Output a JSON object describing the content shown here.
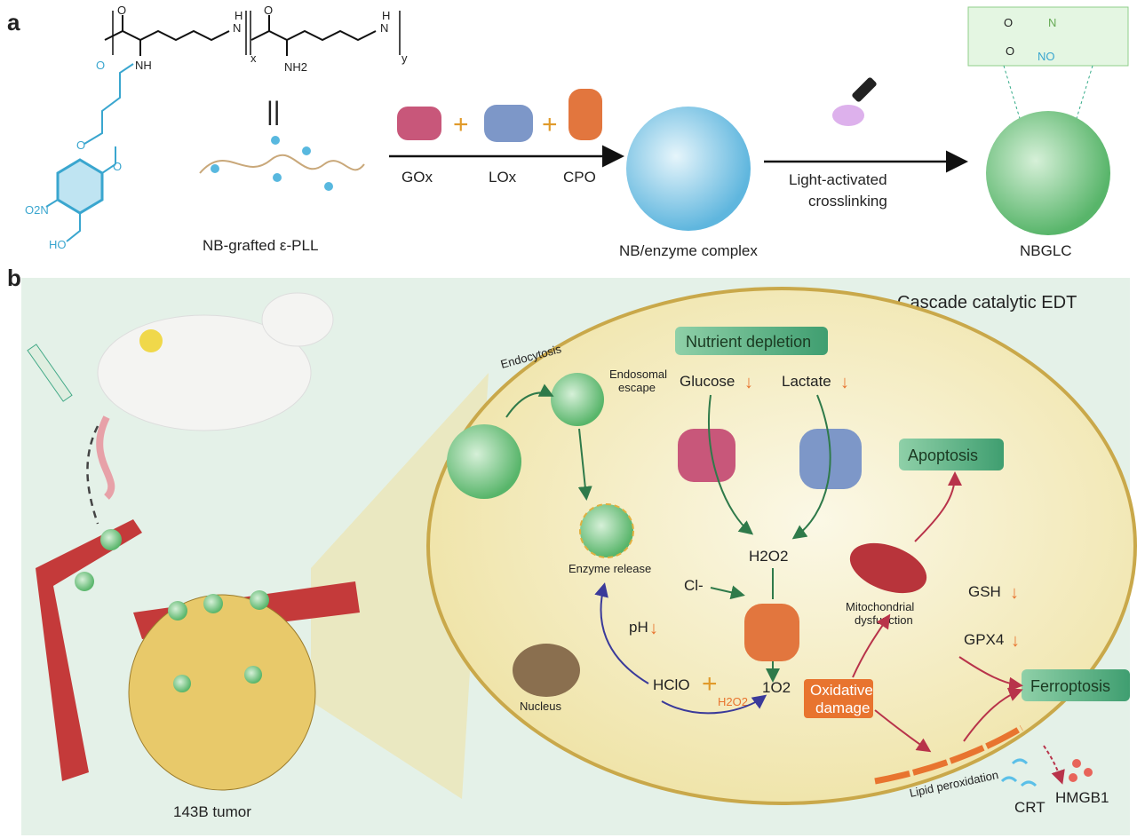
{
  "panel_a": {
    "label": "a",
    "chem": {
      "o1": "O",
      "nh_top1": "N",
      "h1": "H",
      "x": "x",
      "o2": "O",
      "nh_top2": "N",
      "h2": "H",
      "y": "y",
      "nh": "NH",
      "nh2": "NH2",
      "o_amide": "O",
      "o_ether": "O",
      "o_methoxy": "O",
      "no2": "O2N",
      "ho": "HO"
    },
    "equals": "||",
    "polymer_label": "NB-grafted ε-PLL",
    "enzymes": [
      "GOx",
      "LOx",
      "CPO"
    ],
    "plus": "+",
    "complex_label": "NB/enzyme complex",
    "light_step": [
      "Light-activated",
      "crosslinking"
    ],
    "product_label": "NBGLC",
    "inset": {
      "o": "O",
      "n": "N",
      "o2": "O",
      "no": "NO"
    }
  },
  "panel_b": {
    "label": "b",
    "title": "Cascade catalytic EDT",
    "tumor_label": "143B tumor",
    "nutrient_depletion": "Nutrient depletion",
    "glucose": "Glucose",
    "lactate": "Lactate",
    "down_arrow": "↓",
    "endocytosis": "Endocytosis",
    "endosomal_escape": [
      "Endosomal",
      "escape"
    ],
    "enzyme_release": "Enzyme release",
    "h2o2": "H2O2",
    "cl": "Cl-",
    "apoptosis": "Apoptosis",
    "mito": [
      "Mitochondrial",
      "dysfunction"
    ],
    "gsh": "GSH",
    "gpx4": "GPX4",
    "ph": "pH",
    "nucleus": "Nucleus",
    "hclo": "HClO",
    "h2o2_small": "H2O2",
    "singlet_o2": "1O2",
    "oxidative_damage": [
      "Oxidative",
      "damage"
    ],
    "ferroptosis": "Ferroptosis",
    "lipid_peroxidation": "Lipid peroxidation",
    "crt": "CRT",
    "hmgb1": "HMGB1"
  },
  "colors": {
    "accent_orange": "#e8742f",
    "chem_blue": "#3aa6cf",
    "box_green": "#7cc59a",
    "cell_fill": "#f4eec6",
    "bg_green": "#e4f1e8"
  }
}
